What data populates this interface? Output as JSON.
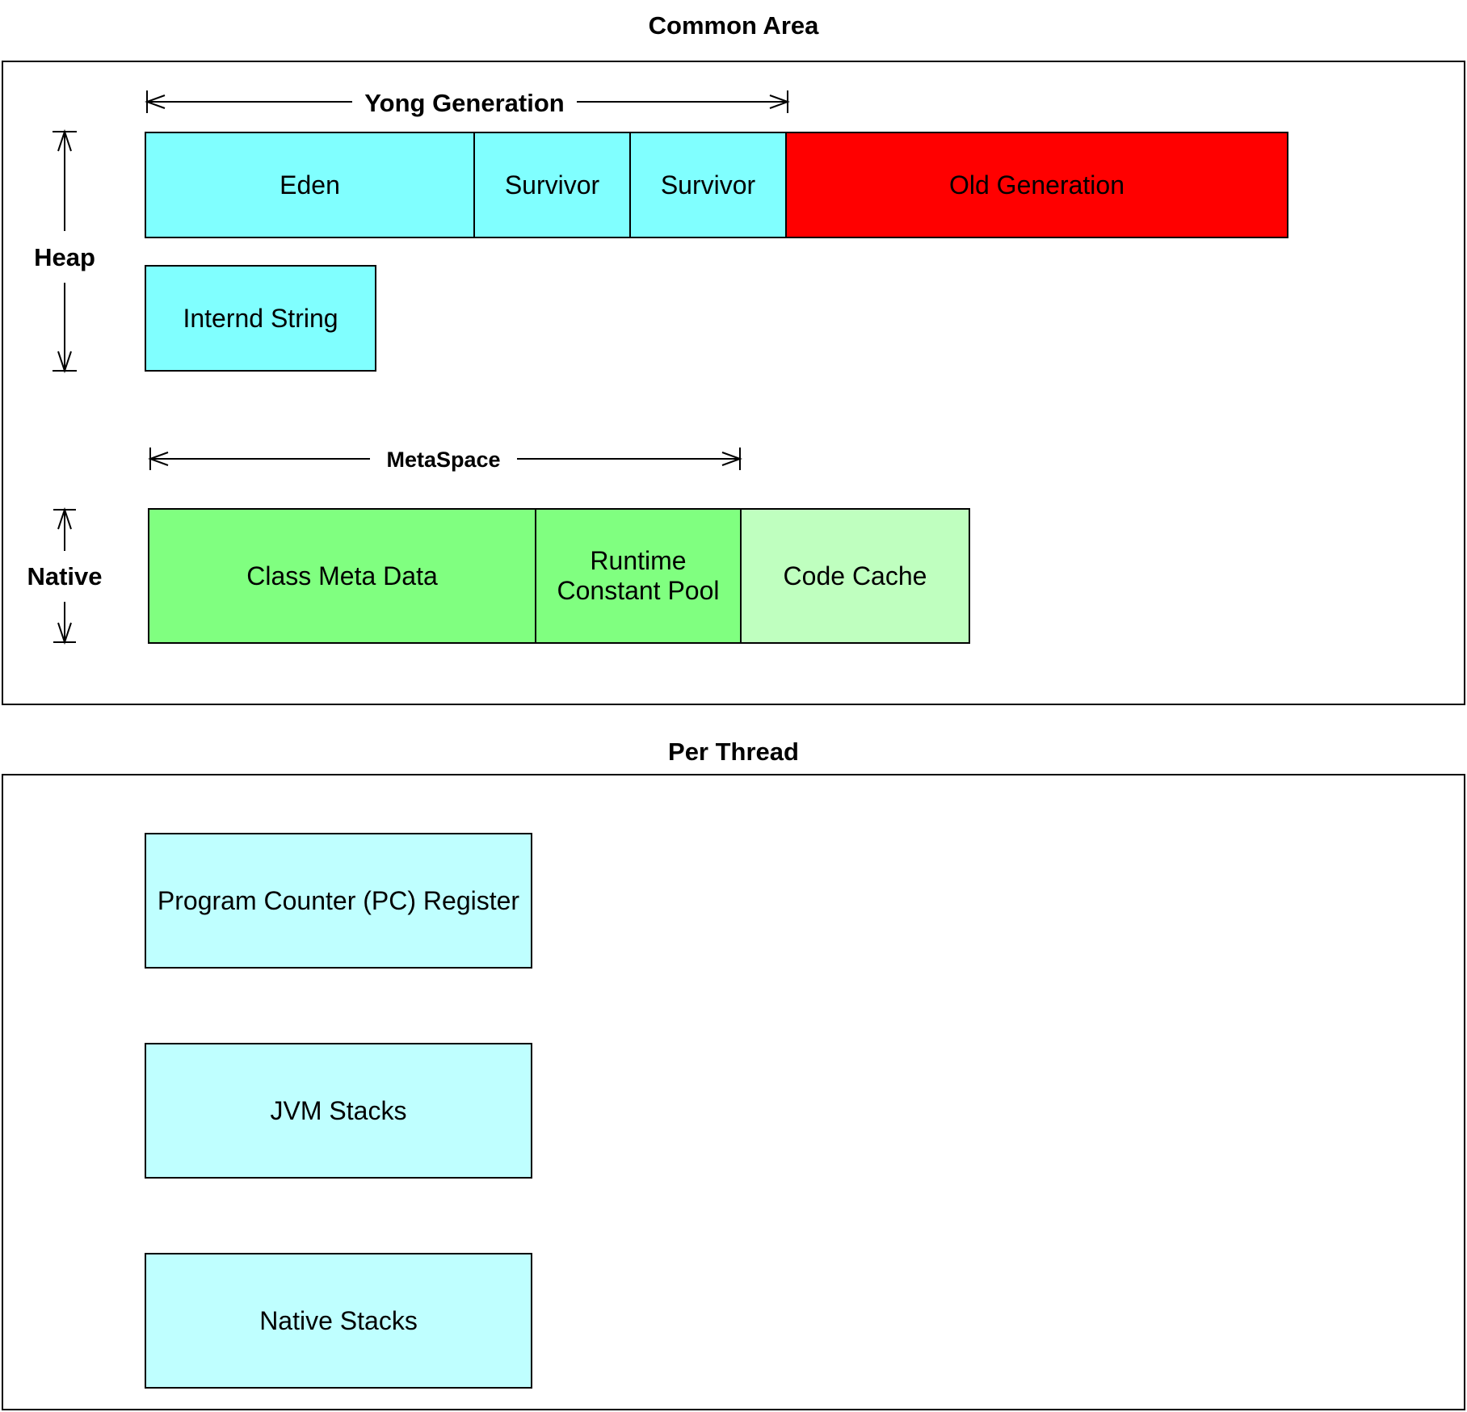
{
  "common_area": {
    "title": "Common Area",
    "young_generation_label": "Yong Generation",
    "heap_label": "Heap",
    "metaspace_label": "MetaSpace",
    "native_label": "Native",
    "heap_regions": {
      "eden": "Eden",
      "survivor_1": "Survivor",
      "survivor_2": "Survivor",
      "old_generation": "Old Generation",
      "interned_string": "Internd String"
    },
    "native_regions": {
      "class_meta_data": "Class Meta Data",
      "runtime_constant_pool": "Runtime\nConstant Pool",
      "code_cache": "Code Cache"
    }
  },
  "per_thread": {
    "title": "Per Thread",
    "regions": {
      "pc_register": "Program Counter (PC) Register",
      "jvm_stacks": "JVM Stacks",
      "native_stacks": "Native Stacks"
    }
  },
  "colors": {
    "young": "#80ffff",
    "old": "#ff0000",
    "metaspace": "#80ff80",
    "code_cache": "#bfffbf",
    "per_thread": "#bfffff"
  }
}
